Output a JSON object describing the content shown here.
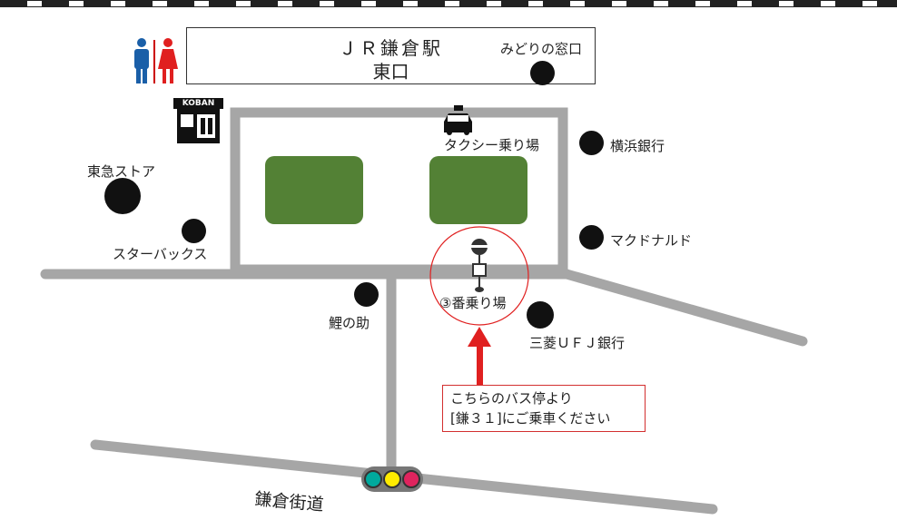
{
  "station": {
    "line1": "ＪＲ鎌倉駅",
    "line2": "東口"
  },
  "landmarks": {
    "midori": "みどりの窓口",
    "taxi": "タクシー乗り場",
    "yokohama_bank": "横浜銀行",
    "tokyu": "東急ストア",
    "starbucks": "スターバックス",
    "mcdonalds": "マクドナルド",
    "koinosuke": "鯉の助",
    "mufg": "三菱ＵＦＪ銀行",
    "koban": "KOBAN"
  },
  "bus_stop": {
    "label": "③番乗り場"
  },
  "instruction": {
    "line1": "こちらのバス停より",
    "line2": "[鎌３１]にご乗車ください"
  },
  "street": {
    "name": "鎌倉街道"
  },
  "colors": {
    "road": "#a6a6a6",
    "green": "#538135",
    "red": "#e02020",
    "light_green": "#00a99d",
    "light_yellow": "#ffeb00",
    "light_red": "#e0245e"
  }
}
